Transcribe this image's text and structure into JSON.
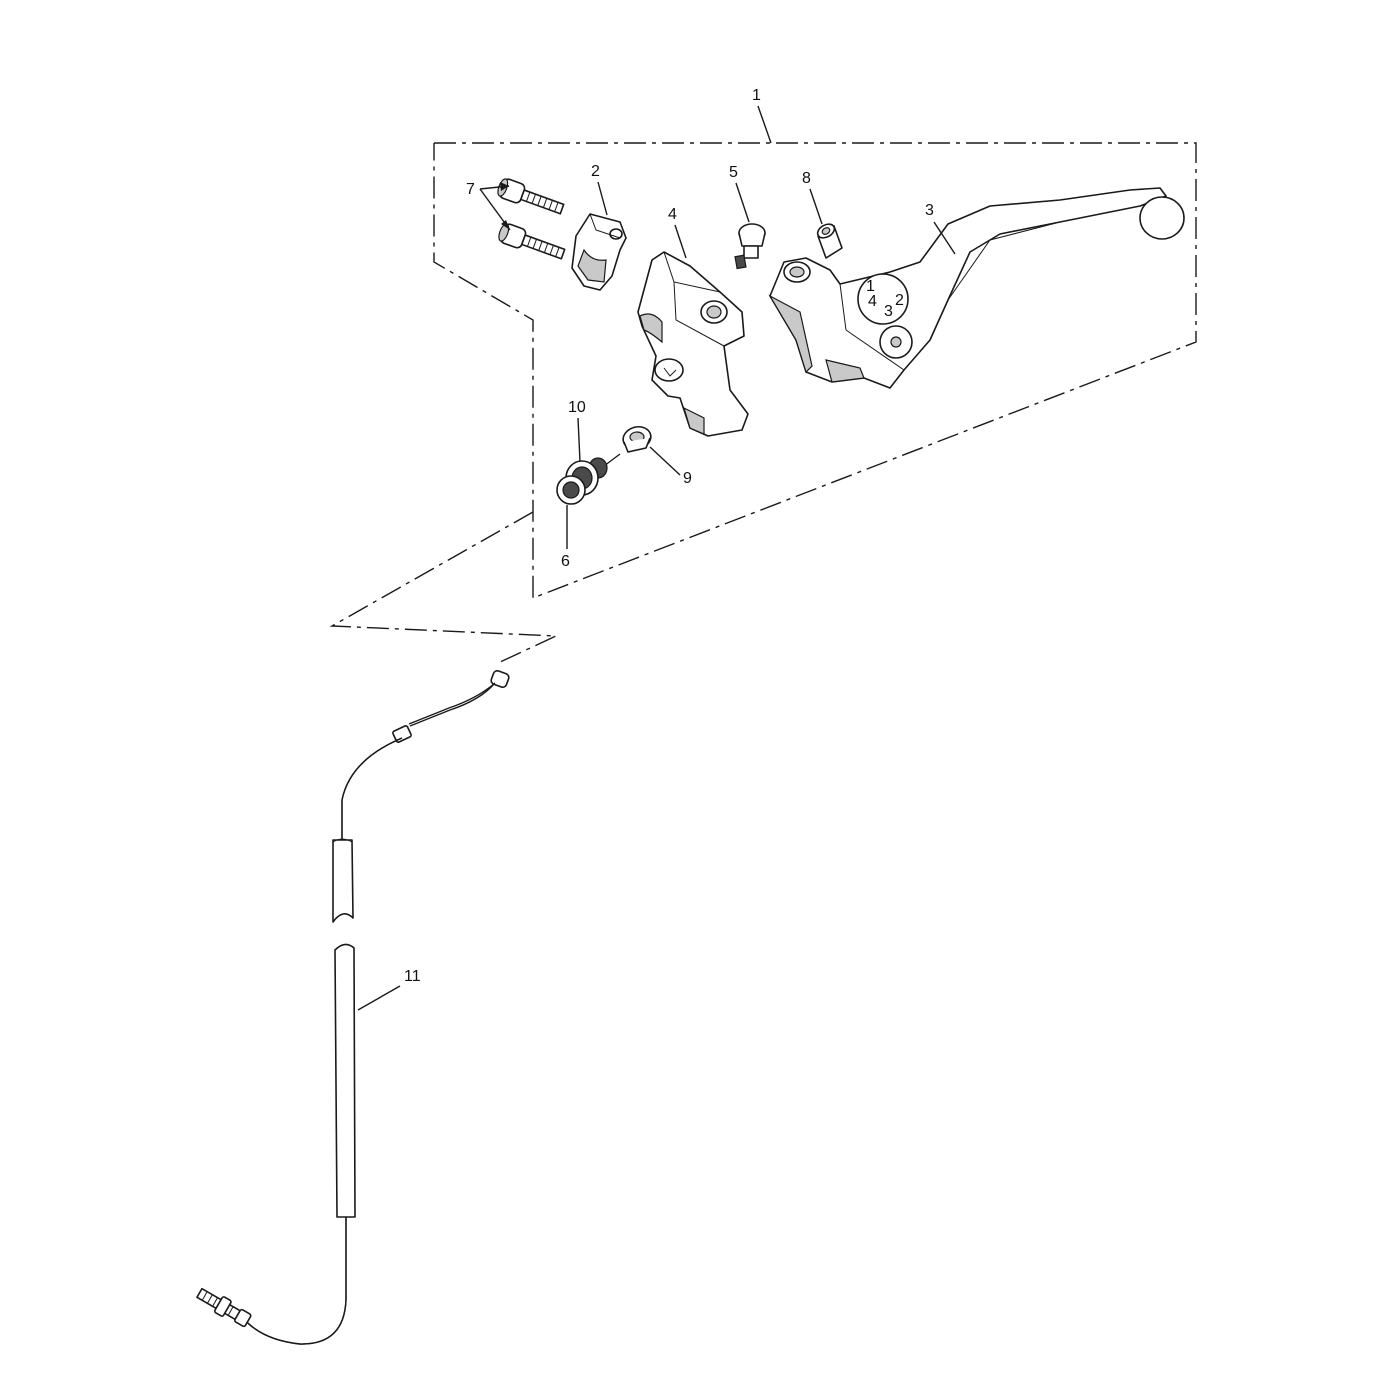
{
  "callouts": {
    "c1": "1",
    "c2": "2",
    "c3": "3",
    "c4": "4",
    "c5": "5",
    "c6": "6",
    "c7": "7",
    "c8": "8",
    "c9": "9",
    "c10": "10",
    "c11": "11"
  },
  "lever_dial_marks": {
    "m1": "1",
    "m2": "2",
    "m3": "3",
    "m4": "4"
  }
}
